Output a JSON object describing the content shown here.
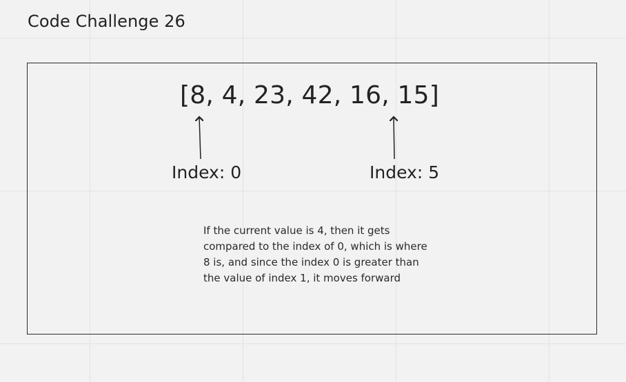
{
  "title": "Code Challenge 26",
  "array_text": "[8, 4, 23, 42, 16, 15]",
  "labels": {
    "index_0": "Index: 0",
    "index_5": "Index: 5"
  },
  "note": "If the current value is 4, then it gets compared to the index of 0, which is where 8 is, and since the index 0 is greater than the value of index 1, it moves forward",
  "colors": {
    "background": "#f2f2f2",
    "grid": "#e2e2e2",
    "ink": "#222222"
  }
}
